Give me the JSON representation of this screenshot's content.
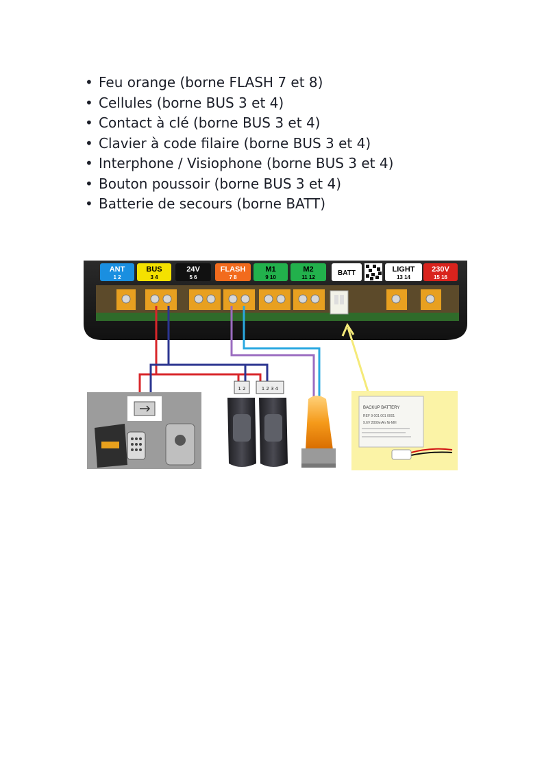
{
  "bullets": [
    "Feu orange (borne FLASH 7 et 8)",
    "Cellules (borne BUS 3 et 4)",
    "Contact à clé (borne BUS 3 et 4)",
    "Clavier à code filaire (borne BUS 3 et 4)",
    "Interphone / Visiophone (borne BUS 3 et 4)",
    "Bouton poussoir (borne BUS 3 et 4)",
    "Batterie de secours (borne BATT)"
  ],
  "bullet_symbol": "•",
  "terminals": [
    {
      "label": "ANT",
      "pins": "1   2",
      "bg": "#1a8fe0",
      "fg": "#ffffff"
    },
    {
      "label": "BUS",
      "pins": "3   4",
      "bg": "#f4e100",
      "fg": "#000000"
    },
    {
      "label": "24V",
      "pins": "5   6",
      "bg": "#111111",
      "fg": "#ffffff"
    },
    {
      "label": "FLASH",
      "pins": "7   8",
      "bg": "#f26b1d",
      "fg": "#ffffff"
    },
    {
      "label": "M1",
      "pins": "9  10",
      "bg": "#22b14c",
      "fg": "#000000"
    },
    {
      "label": "M2",
      "pins": "11 12",
      "bg": "#22b14c",
      "fg": "#000000"
    },
    {
      "label": "BATT",
      "pins": "",
      "bg": "#ffffff",
      "fg": "#000000"
    },
    {
      "label": "LIGHT",
      "pins": "13 14",
      "bg": "#ffffff",
      "fg": "#000000"
    },
    {
      "label": "230V",
      "pins": "15 16",
      "bg": "#d9231d",
      "fg": "#ffffff"
    }
  ],
  "connector_labels": {
    "cell_a": "1 2",
    "cell_b": "1 2 3 4"
  },
  "battery": {
    "title": "BACKUP BATTERY",
    "line1": "REF 9 001 001 0001",
    "line2": "9.6V 2000mAh Ni-MH"
  },
  "colors": {
    "bus_red": "#d8262a",
    "bus_blue": "#2b3590",
    "flash_purple": "#9b6cc0",
    "flash_cyan": "#2aa8e0",
    "batt_yellow": "#f5ea7a",
    "accessory_panel": "#9c9c9c",
    "battery_panel": "#fbf3a6"
  }
}
